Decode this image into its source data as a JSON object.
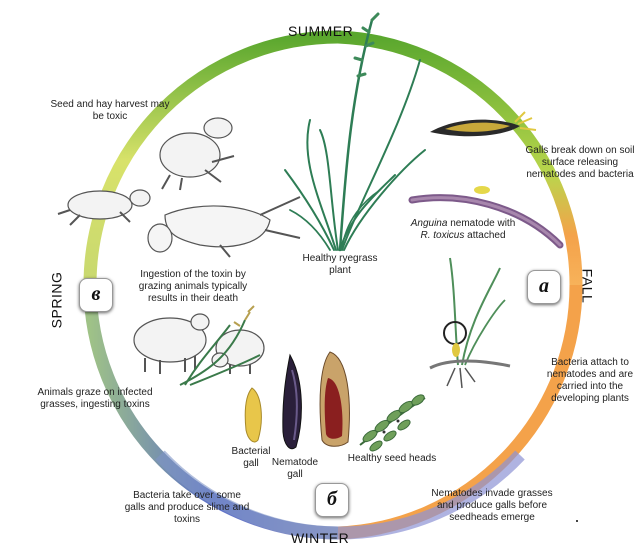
{
  "seasons": {
    "summer": "SUMMER",
    "fall": "FALL",
    "winter": "WINTER",
    "spring": "SPRING"
  },
  "badges": {
    "fall": "a",
    "winter": "б",
    "spring": "в"
  },
  "labels": {
    "seed_harvest": "Seed and hay harvest may be toxic",
    "galls_break": "Galls break down on soil surface releasing nematodes and bacteria",
    "anguina_part1": "Anguina",
    "anguina_part2": " nematode with ",
    "anguina_part3": "R. toxicus",
    "anguina_part4": " attached",
    "healthy_plant": "Healthy ryegrass plant",
    "ingestion": "Ingestion of the toxin by grazing animals typically results in their death",
    "bacteria_attach": "Bacteria attach to nematodes and are carried into the developing plants",
    "animals_graze": "Animals graze on infected grasses, ingesting toxins",
    "bacterial_gall": "Bacterial gall",
    "nematode_gall": "Nematode gall",
    "healthy_seed": "Healthy seed heads",
    "bacteria_takeover": "Bacteria take over some galls and produce slime and toxins",
    "nematodes_invade": "Nematodes invade grasses and produce galls before seedheads emerge"
  },
  "colors": {
    "ring_green": "#5aa72e",
    "ring_yellow": "#d8e26a",
    "ring_orange": "#f4a24a",
    "ring_blue": "#5b6fc8"
  }
}
